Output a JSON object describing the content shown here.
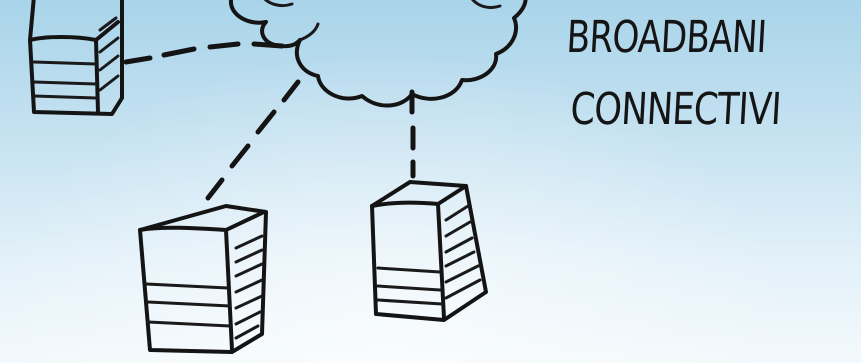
{
  "diagram": {
    "caption_lines": [
      "BROADBANI",
      "CONNECTIVI"
    ],
    "colors": {
      "ink": "#141414",
      "background_top": "#a9d4ea",
      "background_bottom": "#f3f9fc"
    },
    "nodes": [
      {
        "id": "server-left",
        "icon": "server-tower-icon"
      },
      {
        "id": "server-bottom-left",
        "icon": "server-tower-icon"
      },
      {
        "id": "server-bottom-center",
        "icon": "server-tower-icon"
      },
      {
        "id": "cloud",
        "icon": "cloud-icon"
      }
    ],
    "connections": [
      {
        "from": "server-left",
        "to": "cloud",
        "style": "dashed"
      },
      {
        "from": "server-bottom-left",
        "to": "cloud",
        "style": "dashed"
      },
      {
        "from": "server-bottom-center",
        "to": "cloud",
        "style": "dashed"
      }
    ]
  }
}
